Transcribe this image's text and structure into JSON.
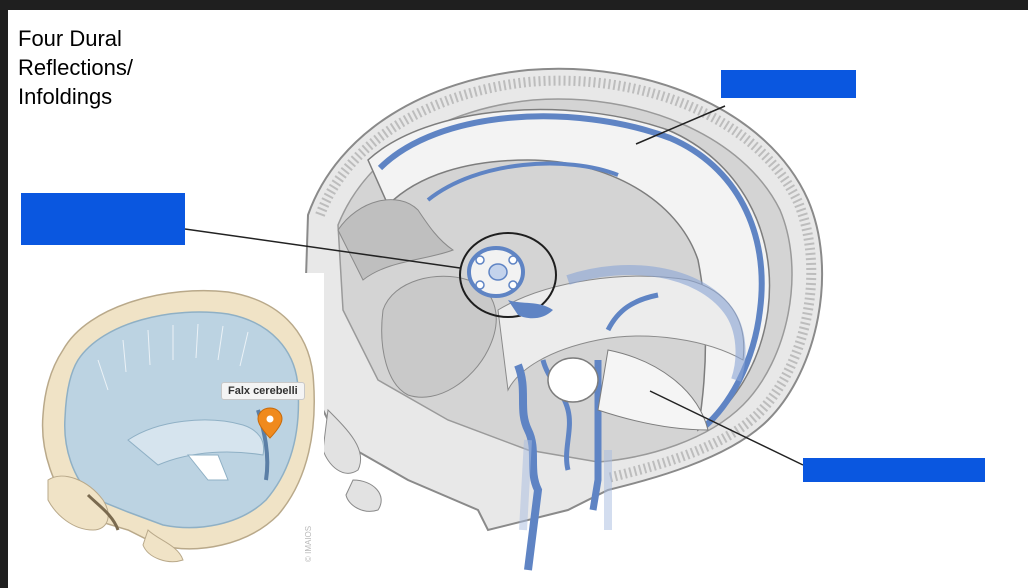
{
  "title": "Four Dural\nReflections/\nInfoldings",
  "inset": {
    "label": "Falx cerebelli",
    "watermark": "© IMAIOS"
  },
  "colors": {
    "slide_bg": "#ffffff",
    "frame_bg": "#1f1f1f",
    "label_box": "#0a57e0",
    "dura_blue": "#5f84c4",
    "bone": "#f0e3c6",
    "pin": "#f08a1d"
  }
}
